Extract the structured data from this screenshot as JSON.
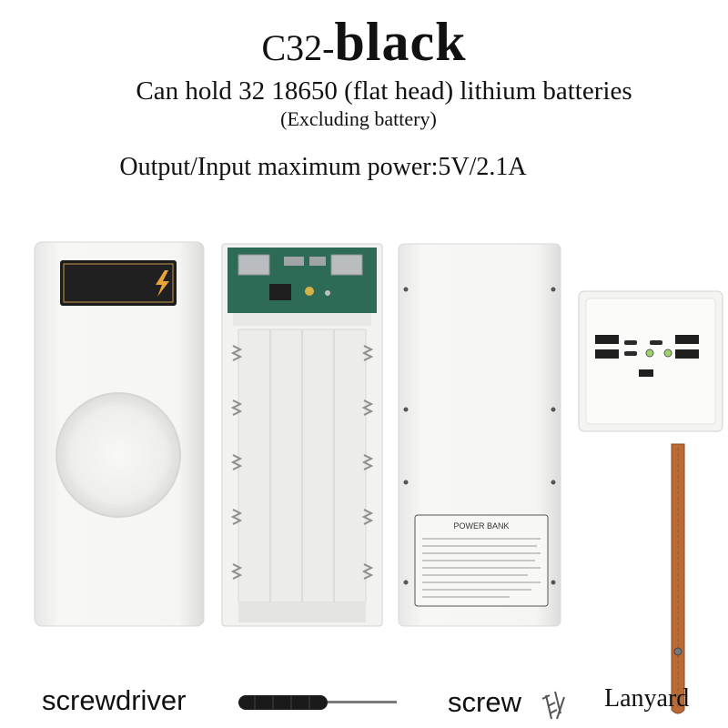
{
  "header": {
    "model": "C32-",
    "color": "black",
    "capacity": "Can hold 32 18650 (flat head) lithium batteries",
    "note": "(Excluding battery)",
    "power": "Output/Input maximum power:5V/2.1A"
  },
  "product": {
    "label_title": "POWER BANK"
  },
  "accessories": {
    "screwdriver": "screwdriver",
    "screw": "screw",
    "lanyard": "Lanyard"
  },
  "colors": {
    "case": "#f4f4f2",
    "display": "#1c1c1c",
    "pcb": "#2e6b57",
    "lanyard": "#b96a35",
    "bolt": "#e8a33a"
  }
}
